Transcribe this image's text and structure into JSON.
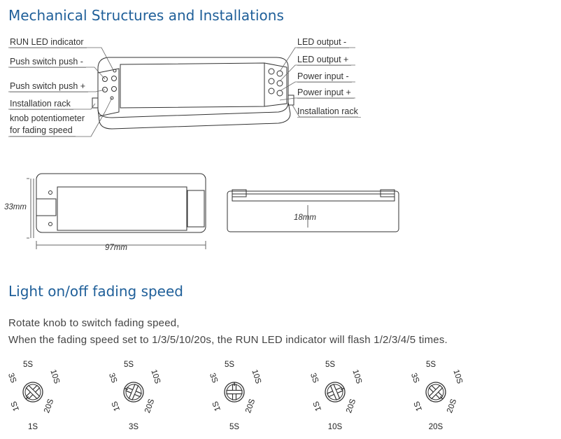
{
  "headings": {
    "main": "Mechanical Structures and Installations",
    "fading": "Light on/off fading speed"
  },
  "labels_left": [
    "RUN LED indicator",
    "Push switch push -",
    "Push switch push +",
    "Installation rack",
    "knob potentiometer",
    "for fading speed"
  ],
  "labels_right": [
    "LED output -",
    "LED output +",
    "Power input -",
    "Power input +",
    "Installation rack"
  ],
  "dimensions": {
    "height": "33mm",
    "length": "97mm",
    "depth": "18mm"
  },
  "description": {
    "line1": "Rotate knob to switch fading speed,",
    "line2": "When the fading speed set to 1/3/5/10/20s, the RUN LED indicator will flash 1/2/3/4/5 times."
  },
  "knob_marks": {
    "top": "5S",
    "upper_left": "3S",
    "upper_right": "10S",
    "lower_left": "1S",
    "lower_right": "20S"
  },
  "knobs": [
    {
      "caption": "1S",
      "angle": -135
    },
    {
      "caption": "3S",
      "angle": -67
    },
    {
      "caption": "5S",
      "angle": 0
    },
    {
      "caption": "10S",
      "angle": 67
    },
    {
      "caption": "20S",
      "angle": 135
    }
  ]
}
